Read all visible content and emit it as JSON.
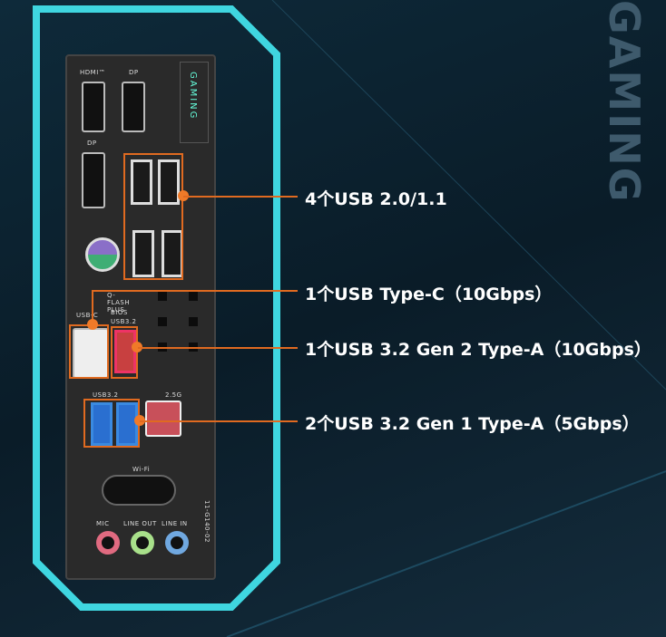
{
  "background_text": "GAMING",
  "panel": {
    "hdmi": "HDMI™",
    "dp_top": "DP",
    "dp_bottom": "DP",
    "gaming": "GAMING",
    "qflash": "Q-FLASH PLUS",
    "bios": "BIOS",
    "usb_c": "USB-C",
    "usb32_a": "USB3.2",
    "usb32_b": "USB3.2",
    "lan": "2.5G",
    "wifi": "Wi-Fi",
    "mic": "MIC",
    "line_out": "LINE OUT",
    "line_in": "LINE IN",
    "part_no": "11-G140-02"
  },
  "callouts": [
    {
      "text": "4个USB 2.0/1.1"
    },
    {
      "text": "1个USB Type-C（10Gbps）"
    },
    {
      "text": "1个USB 3.2 Gen 2 Type-A（10Gbps）"
    },
    {
      "text": "2个USB 3.2 Gen 1 Type-A（5Gbps）"
    }
  ],
  "colors": {
    "frame": "#3fd6e0",
    "accent": "#e06a20"
  }
}
